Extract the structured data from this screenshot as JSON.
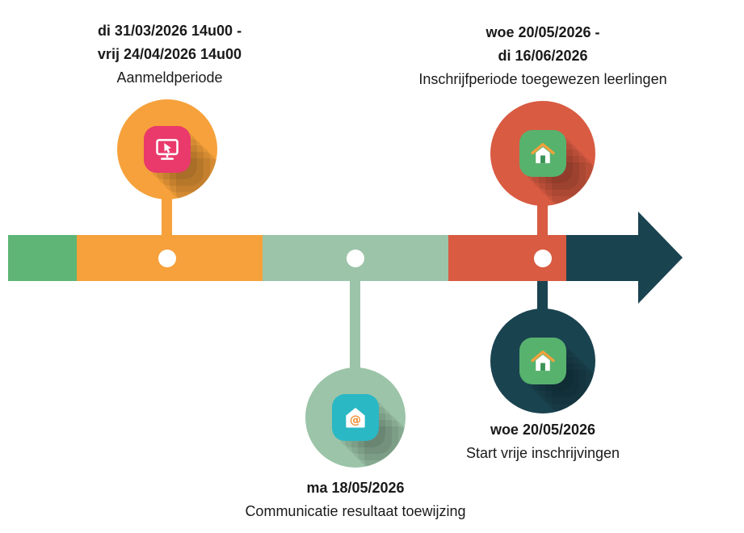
{
  "timeline": {
    "segments": [
      {
        "name": "segment-green",
        "color": "#5eb576"
      },
      {
        "name": "segment-orange",
        "color": "#f6a13b"
      },
      {
        "name": "segment-sage",
        "color": "#9cc4a8"
      },
      {
        "name": "segment-red",
        "color": "#d85b42"
      },
      {
        "name": "segment-teal-arrow",
        "color": "#1a4350"
      }
    ],
    "direction": "left-to-right"
  },
  "milestones": [
    {
      "id": "aanmeldperiode",
      "date_line1": "di 31/03/2026 14u00 -",
      "date_line2": "vrij 24/04/2026 14u00",
      "label": "Aanmeldperiode",
      "side": "top",
      "circle_color": "#f6a13b",
      "icon": "monitor-cursor-icon",
      "icon_bg_color": "#e93a6b"
    },
    {
      "id": "communicatie-resultaat",
      "date_line1": "ma 18/05/2026",
      "label": "Communicatie resultaat toewijzing",
      "side": "bottom",
      "circle_color": "#9cc4a8",
      "icon": "house-at-icon",
      "icon_bg_color": "#2ab8c5"
    },
    {
      "id": "inschrijfperiode-toegewezen",
      "date_line1": "woe 20/05/2026 -",
      "date_line2": "di 16/06/2026",
      "label": "Inschrijfperiode toegewezen leerlingen",
      "side": "top",
      "circle_color": "#d85b42",
      "icon": "house-icon",
      "icon_bg_color": "#57b26e"
    },
    {
      "id": "start-vrije-inschrijvingen",
      "date_line1": "woe 20/05/2026",
      "label": "Start vrije inschrijvingen",
      "side": "bottom",
      "circle_color": "#1a4350",
      "icon": "house-icon",
      "icon_bg_color": "#57b26e"
    }
  ],
  "colors": {
    "green": "#5eb576",
    "orange": "#f6a13b",
    "sage": "#9cc4a8",
    "red": "#d85b42",
    "dark_teal": "#1a4350",
    "icon_pink": "#e93a6b",
    "icon_teal": "#2ab8c5",
    "icon_green": "#57b26e",
    "at_symbol_orange": "#ef8b2d",
    "text": "#1a1a1a",
    "background": "#ffffff"
  }
}
